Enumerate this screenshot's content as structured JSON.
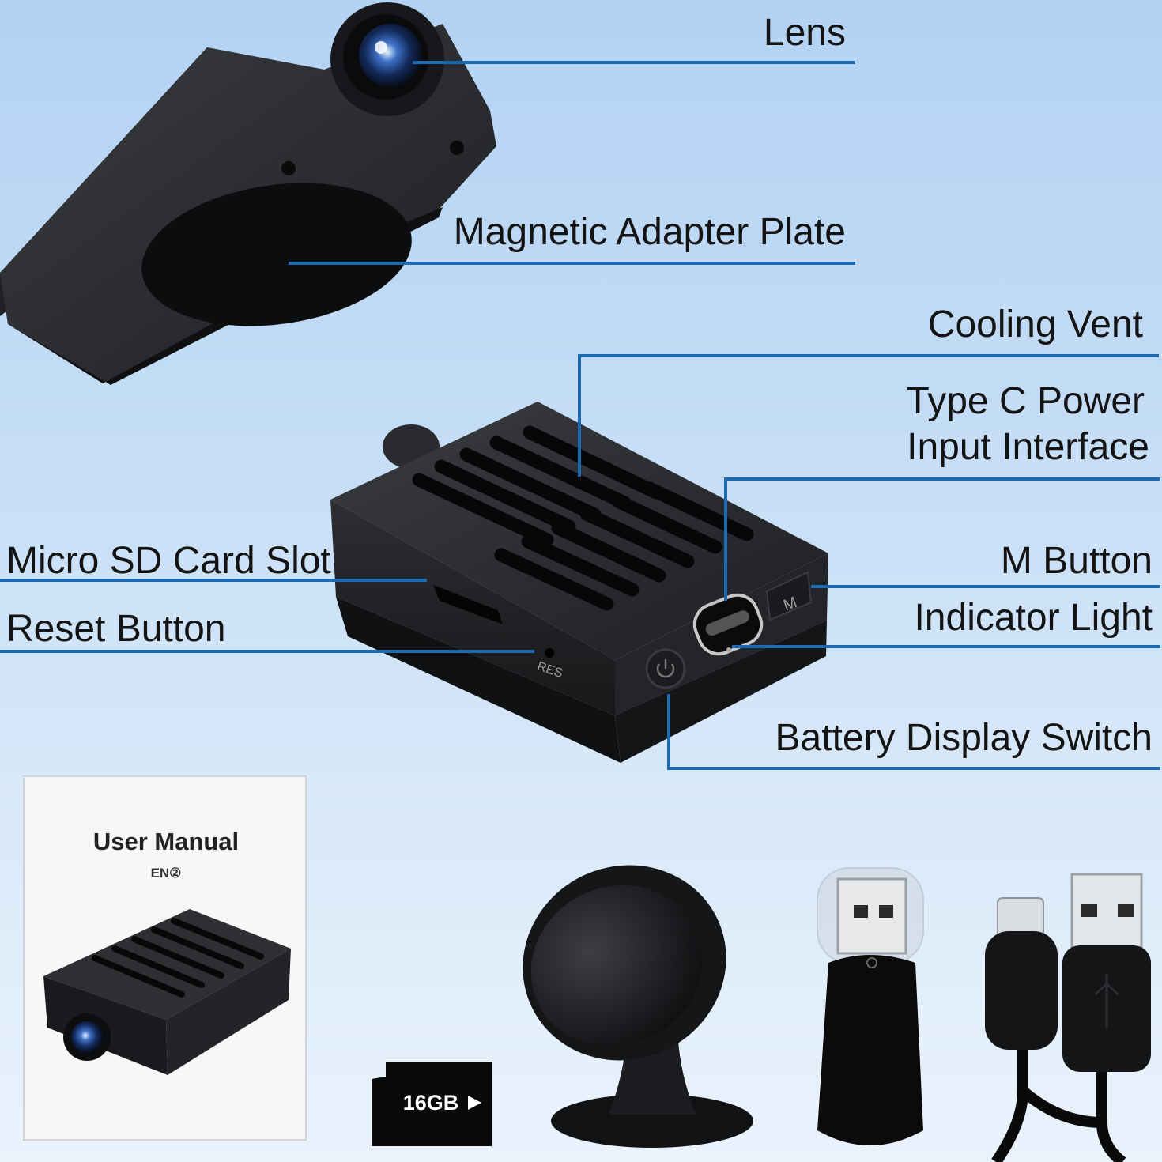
{
  "labels": {
    "lens": "Lens",
    "magnetic_plate": "Magnetic Adapter Plate",
    "cooling_vent": "Cooling Vent",
    "type_c_line1": "Type C Power",
    "type_c_line2": "Input Interface",
    "micro_sd": "Micro SD Card Slot",
    "m_button": "M Button",
    "reset_button": "Reset Button",
    "indicator_light": "Indicator Light",
    "battery_switch": "Battery Display Switch"
  },
  "device_marks": {
    "reset": "RES",
    "m_key": "M"
  },
  "manual": {
    "title": "User Manual",
    "lang": "EN②"
  },
  "sd_card": {
    "capacity": "16GB"
  },
  "colors": {
    "callout_line": "#1d6ab0",
    "device_body": "#2b2d30",
    "background_top": "#b3d2f3",
    "background_bottom": "#eaf3fc"
  }
}
